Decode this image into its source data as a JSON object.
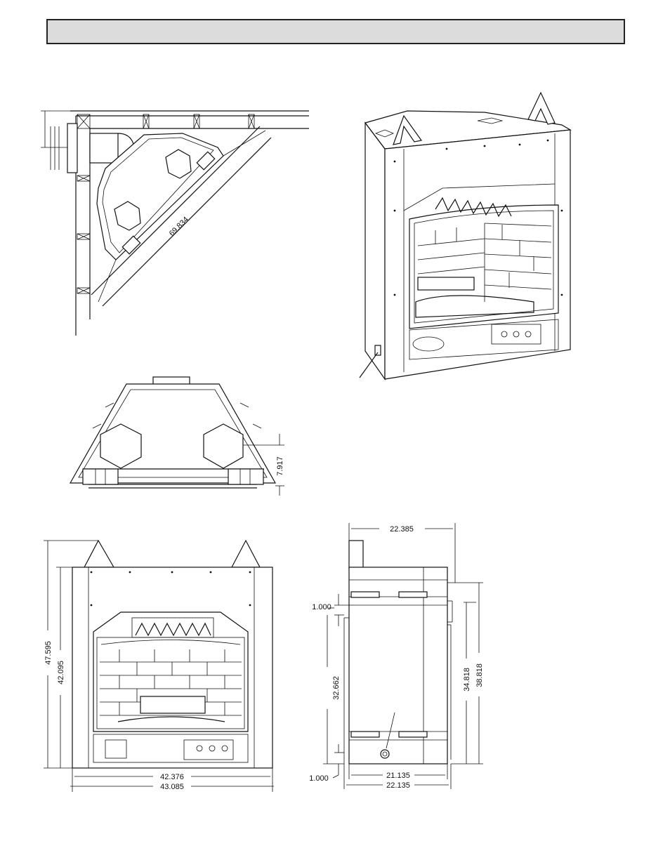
{
  "header": {
    "title": ""
  },
  "dimensions": {
    "corner_diagonal": "69.834",
    "top_view_height": "7.917",
    "front_total_height": "47.595",
    "front_body_height": "42.095",
    "front_inner_width": "42.376",
    "front_outer_width": "43.085",
    "side_top_depth": "22.385",
    "side_upper_offset": "1.000",
    "side_inner_height": "32.662",
    "side_lower_offset": "1.000",
    "side_height_inner": "34.818",
    "side_height_outer": "38.818",
    "side_bottom_inner": "21.135",
    "side_bottom_outer": "22.135"
  }
}
